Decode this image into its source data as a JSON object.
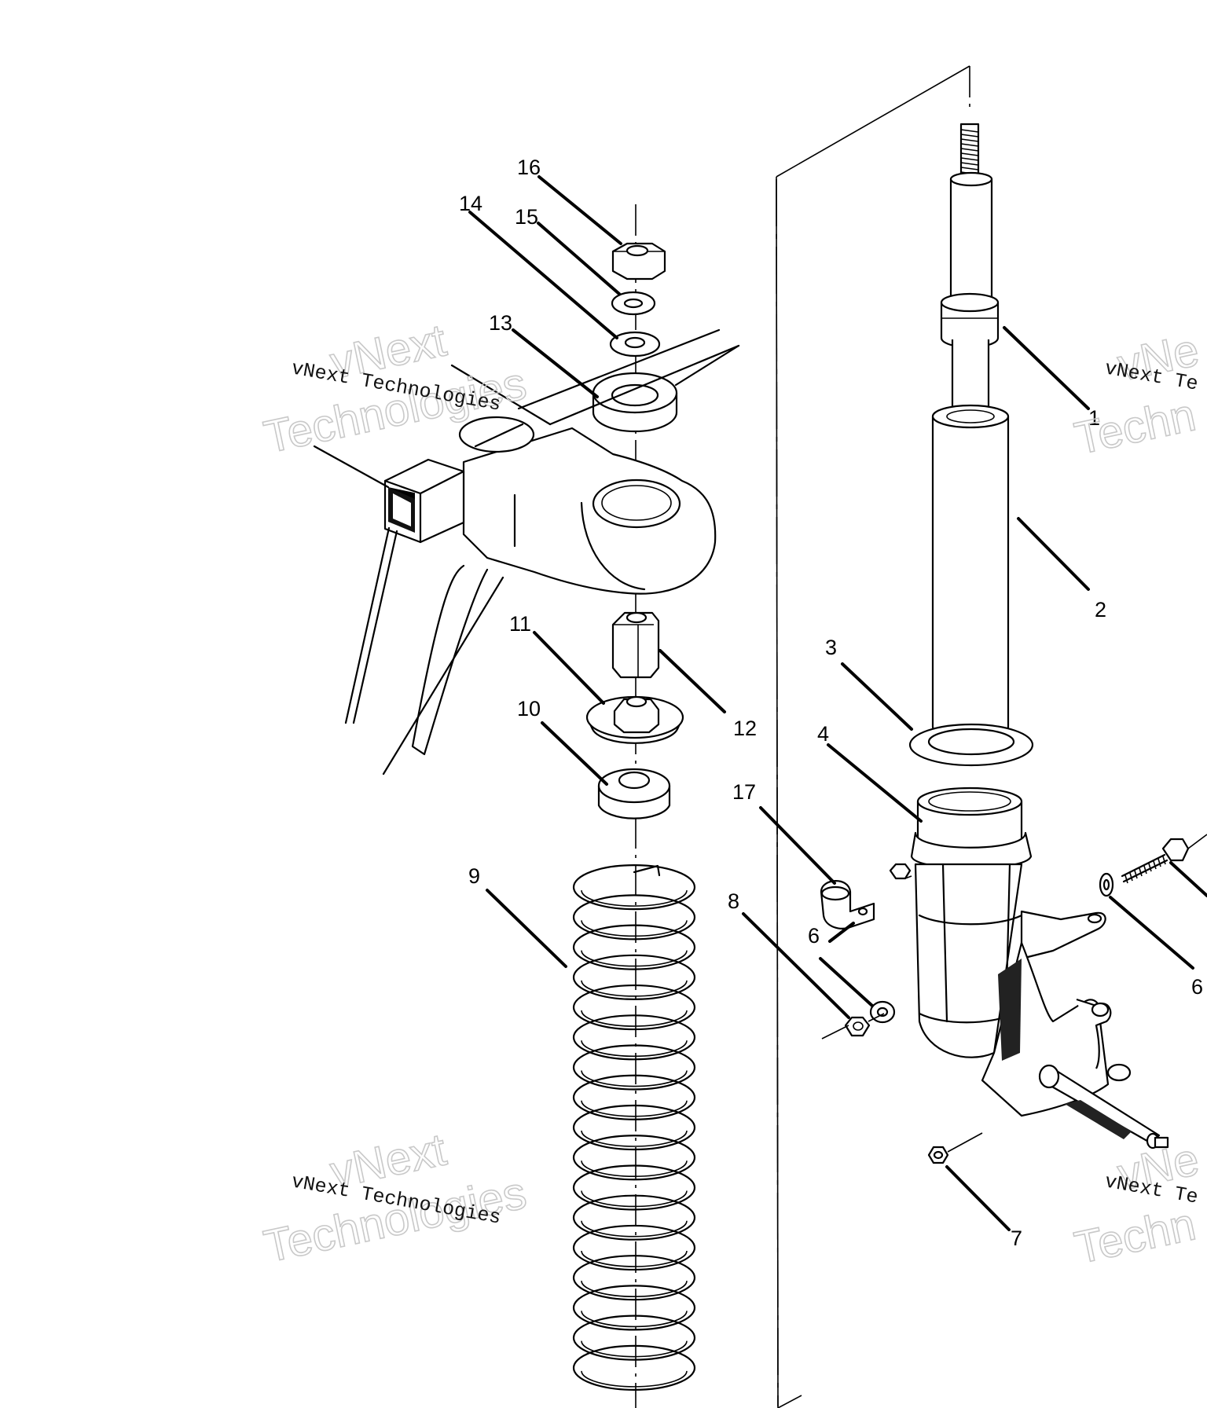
{
  "callouts": {
    "c1": "1",
    "c2": "2",
    "c3": "3",
    "c4": "4",
    "c6a": "6",
    "c6b": "6",
    "c7": "7",
    "c8": "8",
    "c9": "9",
    "c10": "10",
    "c11": "11",
    "c12": "12",
    "c13": "13",
    "c14": "14",
    "c15": "15",
    "c16": "16",
    "c17": "17"
  },
  "watermarks": {
    "small": "vNext Technologies",
    "line1": "vNext",
    "line2": "Technologies",
    "line1_partial": "vNe",
    "line2_partial": "Techn",
    "small_partial": "vNext Te"
  }
}
